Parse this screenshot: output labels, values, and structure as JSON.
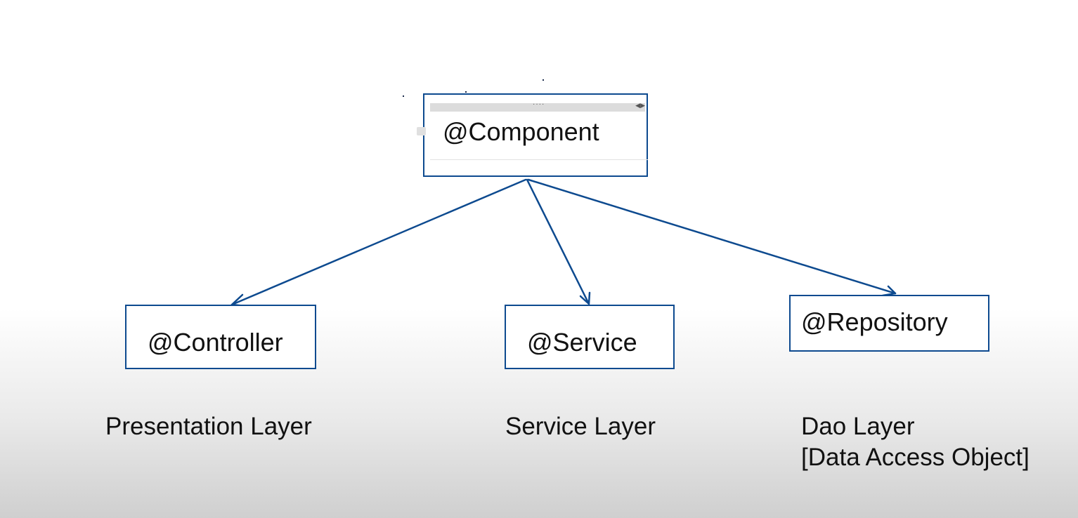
{
  "diagram": {
    "root": {
      "label": "@Component"
    },
    "children": [
      {
        "label": "@Controller",
        "layer": [
          "Presentation Layer"
        ]
      },
      {
        "label": "@Service",
        "layer": [
          "Service Layer"
        ]
      },
      {
        "label": "@Repository",
        "layer": [
          "Dao Layer",
          "[Data Access Object]"
        ]
      }
    ],
    "edge_color": "#0d4a8f"
  }
}
